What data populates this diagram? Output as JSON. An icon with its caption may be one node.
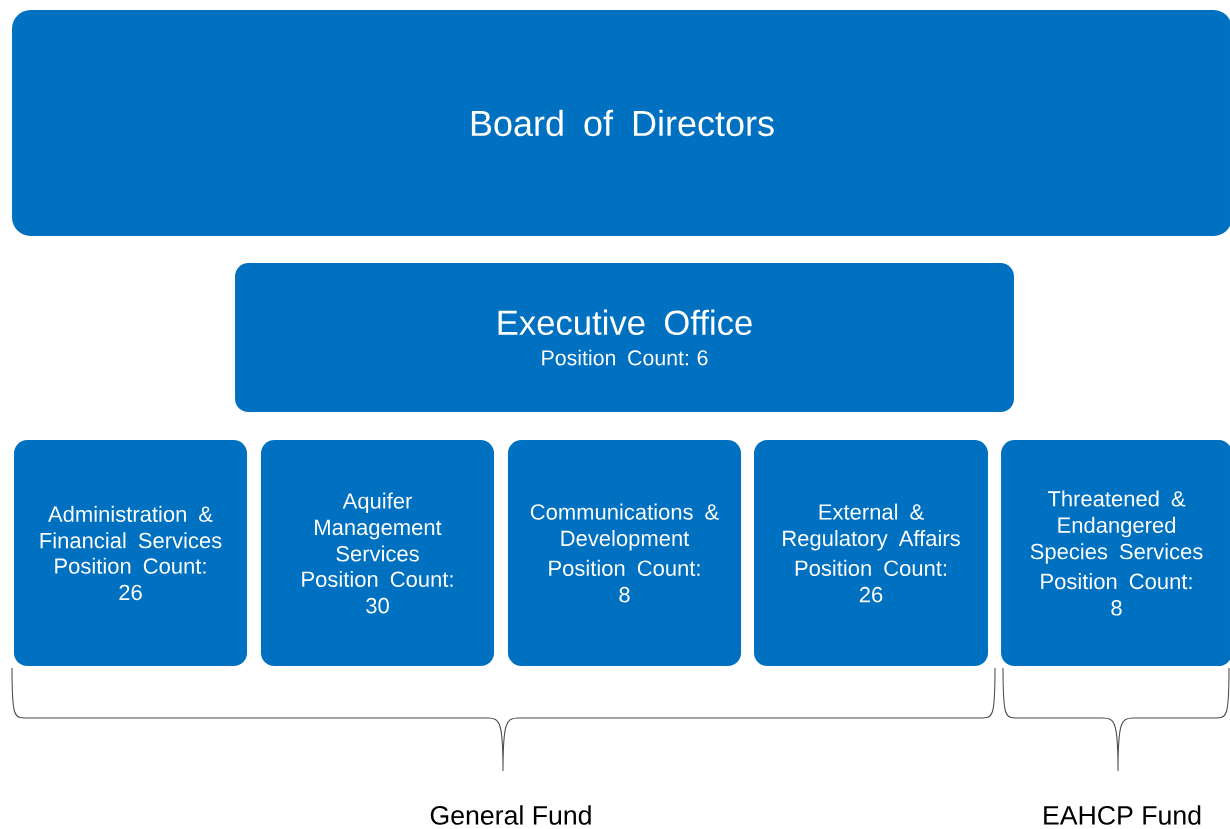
{
  "diagram": {
    "nodes": [
      {
        "text": [
          "Board of Directors"
        ]
      },
      {
        "text": [
          "Executive Office",
          "Position Count: 6"
        ]
      },
      {
        "text": [
          "Administration & Financial Services",
          "Position Count: 26"
        ]
      },
      {
        "text": [
          "Aquifer Management Services",
          "Position Count: 30"
        ]
      },
      {
        "text": [
          "Communications & Development",
          "Position Count: 8"
        ]
      },
      {
        "text": [
          "External & Regulatory Affairs",
          "Position Count: 26"
        ]
      },
      {
        "text": [
          "Threatened & Endangered Species Services",
          "Position Count: 8"
        ]
      }
    ],
    "labels": [
      "General Fund",
      "EAHCP Fund"
    ]
  }
}
